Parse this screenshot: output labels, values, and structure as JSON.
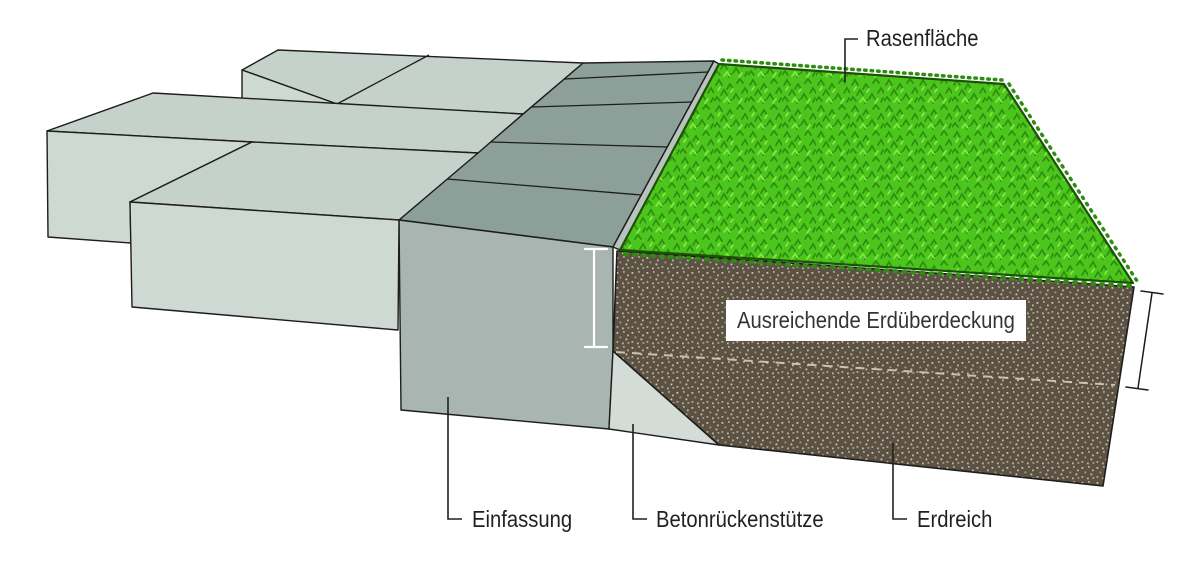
{
  "labels": {
    "lawn": "Rasenfläche",
    "earth_cover": "Ausreichende Erdüberdeckung",
    "edging": "Einfassung",
    "back_support": "Betonrückenstütze",
    "soil": "Erdreich"
  },
  "colors": {
    "slab_top": "#c5d1cb",
    "slab_front": "#cfd9d3",
    "curb_top": "#8d9f99",
    "curb_face": "#a8b5b0",
    "chamfer": "#b9c4bf",
    "concrete": "#d4dcd7",
    "soil": "#5c5243",
    "soil_dot": "#cbc4b1",
    "grass": "#4cc51c",
    "grass_dark": "#2e8c11",
    "grass_light": "#86ea45",
    "grass_edge": "#1c5206",
    "outline": "#1d1d1b",
    "text": "#231f20",
    "dash": "#d5cebb",
    "box_bg": "#ffffff",
    "box_text": "#303637"
  }
}
